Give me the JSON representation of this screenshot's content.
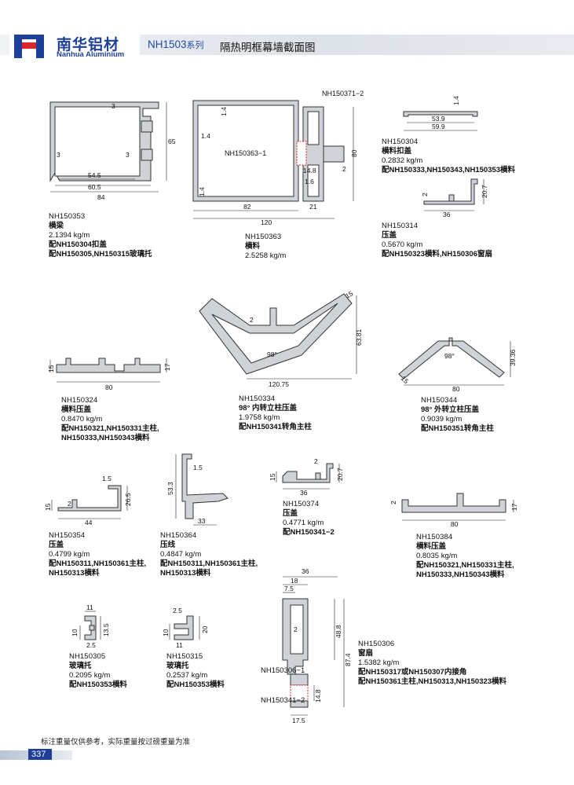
{
  "header": {
    "brand_cn": "南华铝材",
    "brand_en": "Nanhua Aluminium",
    "series": "NH1503",
    "series_suffix": "系列",
    "title": "隔热明框幕墙截面图"
  },
  "profiles": {
    "p150353": {
      "code": "NH150353",
      "name": "横梁",
      "weight": "2.1394 kg/m",
      "note1": "配NH150304扣盖",
      "note2": "配NH150305,NH150315玻璃托",
      "dims": [
        "3",
        "65",
        "3",
        "3",
        "54.5",
        "60.5",
        "84"
      ]
    },
    "p150363": {
      "code": "NH150363",
      "name": "横料",
      "weight": "2.5258 kg/m",
      "label_inner": "NH150363−1",
      "label_top": "NH150371−2",
      "dims": [
        "1.4",
        "1.4",
        "1.4",
        "82",
        "21",
        "120",
        "80",
        "14.8",
        "1.6",
        "2"
      ]
    },
    "p150304": {
      "code": "NH150304",
      "name": "横料扣盖",
      "weight": "0.2832 kg/m",
      "note1": "配NH150333,NH150343,NH150353横料",
      "dims": [
        "1.4",
        "53.9",
        "59.9"
      ]
    },
    "p150314": {
      "code": "NH150314",
      "name": "压盖",
      "weight": "0.5670 kg/m",
      "note1": "配NH150323横料,NH150306窗扇",
      "dims": [
        "2",
        "20.7",
        "36"
      ]
    },
    "p150324": {
      "code": "NH150324",
      "name": "横料压盖",
      "weight": "0.8470 kg/m",
      "note1": "配NH150321,NH150331主柱,",
      "note2": "NH150333,NH150343横料",
      "dims": [
        "15",
        "17",
        "80"
      ]
    },
    "p150334": {
      "code": "NH150334",
      "name": "98° 内转立柱压盖",
      "weight": "1.9758 kg/m",
      "note1": "配NH150341转角主柱",
      "dims": [
        "15",
        "2",
        "98°",
        "63.81",
        "120.75"
      ]
    },
    "p150344": {
      "code": "NH150344",
      "name": "98° 外转立柱压盖",
      "weight": "0.9039 kg/m",
      "note1": "配NH150351转角主柱",
      "dims": [
        "98°",
        "39.36",
        "15",
        "80"
      ]
    },
    "p150354": {
      "code": "NH150354",
      "name": "压盖",
      "weight": "0.4799 kg/m",
      "note1": "配NH150311,NH150361主柱,",
      "note2": "NH150313横料",
      "dims": [
        "1.5",
        "26.5",
        "15",
        "2",
        "44"
      ]
    },
    "p150364": {
      "code": "NH150364",
      "name": "压线",
      "weight": "0.4847 kg/m",
      "note1": "配NH150311,NH150361主柱,",
      "note2": "NH150313横料",
      "dims": [
        "1.5",
        "53.3",
        "33"
      ]
    },
    "p150374": {
      "code": "NH150374",
      "name": "压盖",
      "weight": "0.4771 kg/m",
      "note1": "配NH150341−2",
      "dims": [
        "2",
        "15",
        "20.7",
        "36"
      ]
    },
    "p150384": {
      "code": "NH150384",
      "name": "横料压盖",
      "weight": "0.8035 kg/m",
      "note1": "配NH150321,NH150331主柱,",
      "note2": "NH150333,NH150343横料",
      "dims": [
        "2",
        "17",
        "80"
      ]
    },
    "p150305": {
      "code": "NH150305",
      "name": "玻璃托",
      "weight": "0.2095 kg/m",
      "note1": "配NH150353横料",
      "dims": [
        "11",
        "10",
        "13.5",
        "2.5"
      ]
    },
    "p150315": {
      "code": "NH150315",
      "name": "玻璃托",
      "weight": "0.2537 kg/m",
      "note1": "配NH150353横料",
      "dims": [
        "2.5",
        "10",
        "20",
        "11"
      ]
    },
    "p150306": {
      "code": "NH150306",
      "name": "窗扇",
      "weight": "1.5382 kg/m",
      "note1": "配NH150317或NH150307内接角",
      "note2": "配NH150361主柱,NH150313,NH150323横料",
      "label_a": "NH150306−1",
      "label_b": "NH150341−2",
      "dims": [
        "36",
        "18",
        "7.5",
        "2",
        "48.8",
        "87.4",
        "14.8",
        "17.5"
      ]
    }
  },
  "footer": {
    "note": "标注重量仅供参考，实际重量按过磅重量为准",
    "page": "337"
  },
  "colors": {
    "brand": "#1d3f98",
    "profile_fill": "#cfd3d8",
    "accent_red": "#d9262b"
  }
}
